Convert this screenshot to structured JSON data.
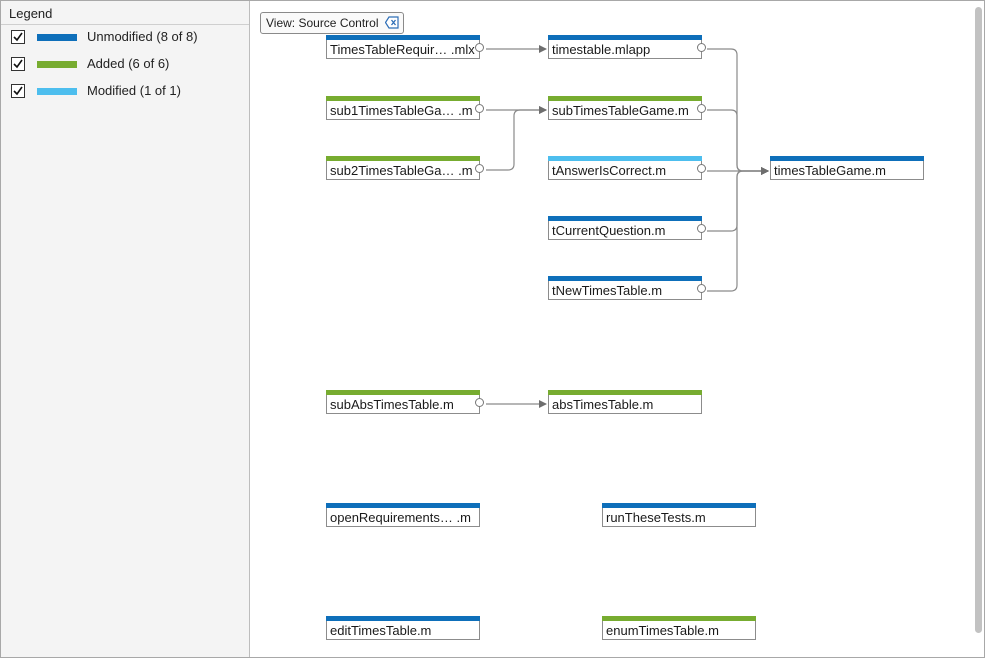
{
  "legend": {
    "title": "Legend",
    "items": [
      {
        "label": "Unmodified (8 of 8)",
        "color": "#0e6fba",
        "checked": true
      },
      {
        "label": "Added (6 of 6)",
        "color": "#77ac30",
        "checked": true
      },
      {
        "label": "Modified (1 of 1)",
        "color": "#4dbeee",
        "checked": true
      }
    ]
  },
  "view": {
    "label": "View: Source Control",
    "close_icon": "close-x-icon"
  },
  "colors": {
    "unmodified": "#0e6fba",
    "added": "#77ac30",
    "modified": "#4dbeee"
  },
  "nodes": {
    "n1": {
      "label": "TimesTableRequir… .mlx",
      "status": "unmodified"
    },
    "n2": {
      "label": "timestable.mlapp",
      "status": "unmodified"
    },
    "n3": {
      "label": "sub1TimesTableGa… .m",
      "status": "added"
    },
    "n4": {
      "label": "subTimesTableGame.m",
      "status": "added"
    },
    "n5": {
      "label": "sub2TimesTableGa… .m",
      "status": "added"
    },
    "n6": {
      "label": "tAnswerIsCorrect.m",
      "status": "modified"
    },
    "n7": {
      "label": "timesTableGame.m",
      "status": "unmodified"
    },
    "n8": {
      "label": "tCurrentQuestion.m",
      "status": "unmodified"
    },
    "n9": {
      "label": "tNewTimesTable.m",
      "status": "unmodified"
    },
    "n10": {
      "label": "subAbsTimesTable.m",
      "status": "added"
    },
    "n11": {
      "label": "absTimesTable.m",
      "status": "added"
    },
    "n12": {
      "label": "openRequirements… .m",
      "status": "unmodified"
    },
    "n13": {
      "label": "runTheseTests.m",
      "status": "unmodified"
    },
    "n14": {
      "label": "editTimesTable.m",
      "status": "unmodified"
    },
    "n15": {
      "label": "enumTimesTable.m",
      "status": "added"
    }
  },
  "edges": [
    [
      "n1",
      "n2"
    ],
    [
      "n3",
      "n4"
    ],
    [
      "n5",
      "n4"
    ],
    [
      "n2",
      "n7"
    ],
    [
      "n4",
      "n7"
    ],
    [
      "n6",
      "n7"
    ],
    [
      "n8",
      "n7"
    ],
    [
      "n9",
      "n7"
    ],
    [
      "n10",
      "n11"
    ]
  ]
}
